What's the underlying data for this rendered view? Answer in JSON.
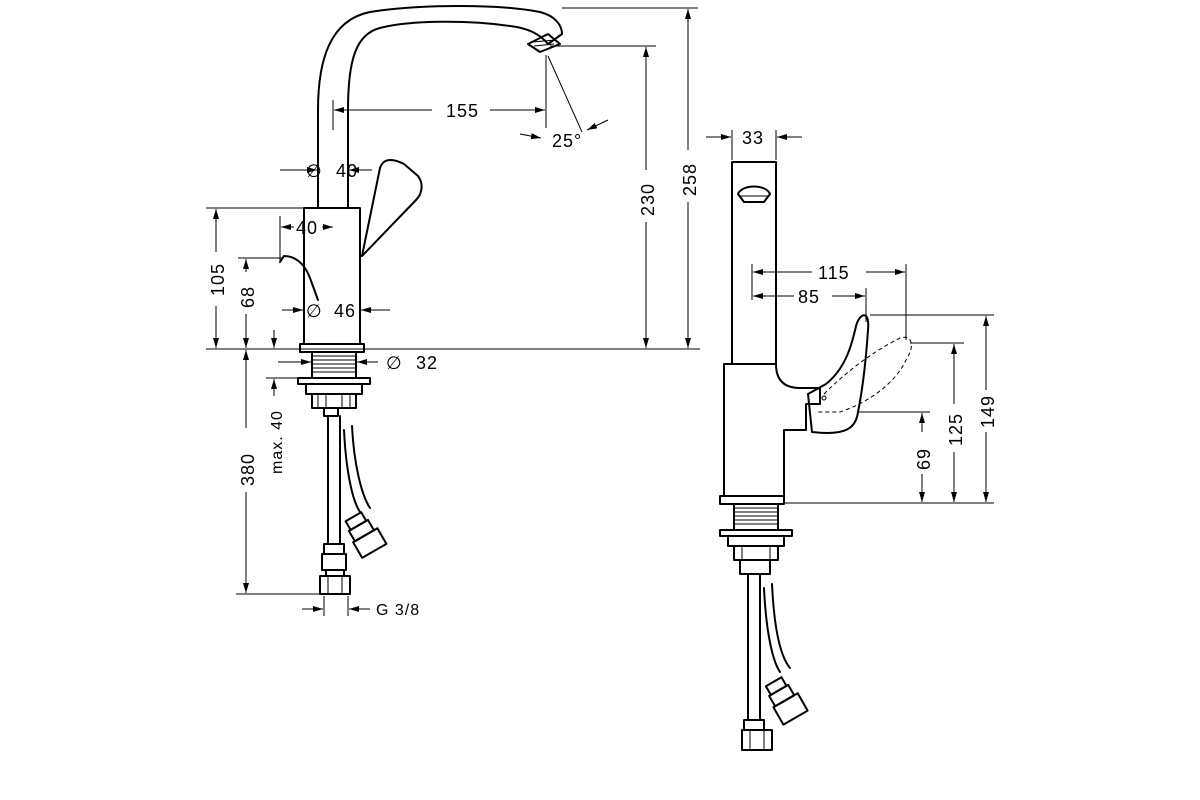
{
  "side_view": {
    "dimensions": {
      "spout_reach": "155",
      "spout_angle": "25°",
      "spout_diameter": "40",
      "handle_offset": "40",
      "body_diameter": "46",
      "shank_diameter": "32",
      "body_height": "105",
      "handle_height": "68",
      "outlet_height": "230",
      "total_height": "258",
      "max_counter_thickness": "max. 40",
      "hose_length": "380",
      "connection_thread": "G 3/8"
    },
    "symbols": {
      "diameter": "∅"
    }
  },
  "front_view": {
    "dimensions": {
      "spout_width": "33",
      "lever_reach_open": "115",
      "lever_reach_closed": "85",
      "lever_tip_height": "149",
      "lever_open_height": "125",
      "lever_pivot_height": "69"
    }
  }
}
